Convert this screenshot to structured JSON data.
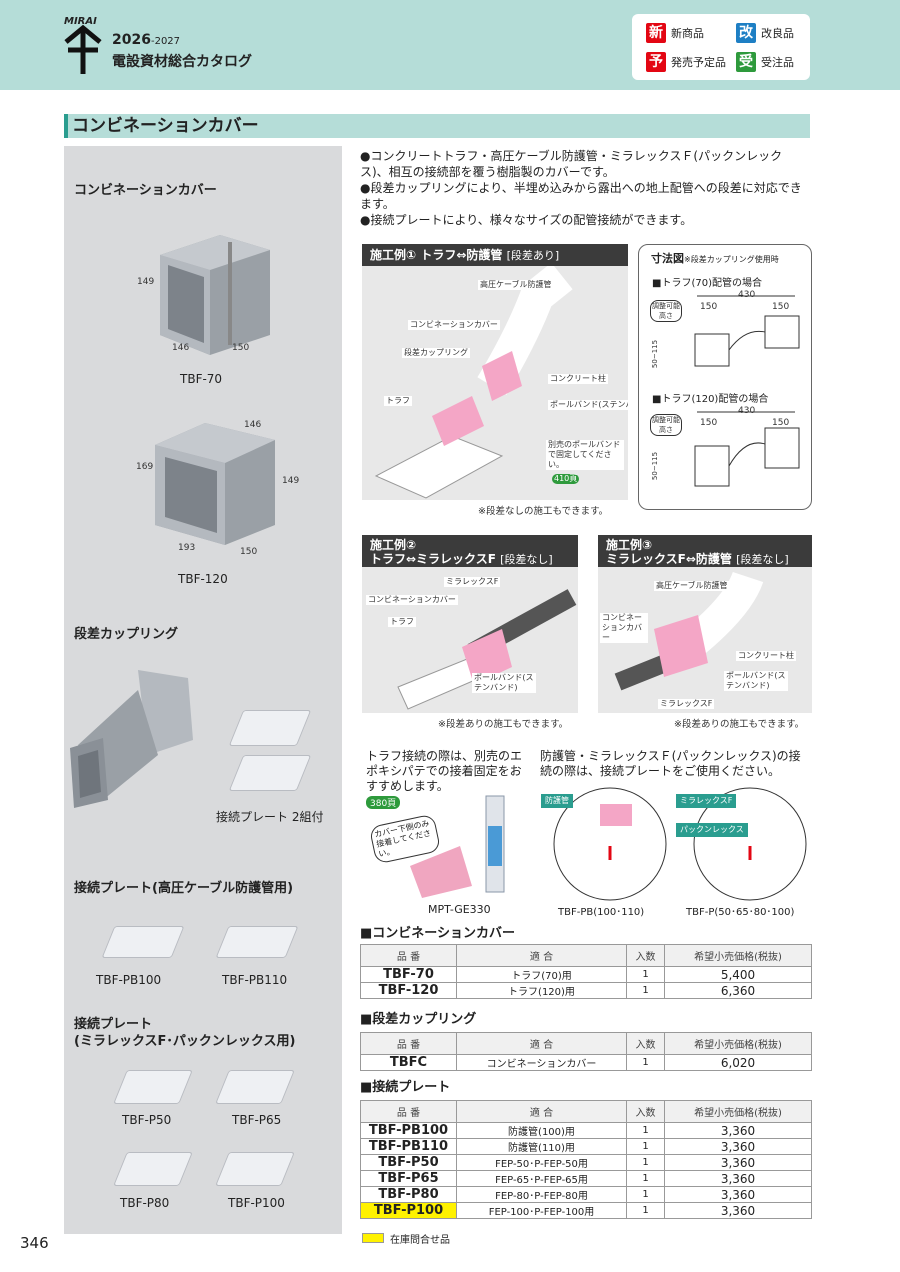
{
  "header": {
    "brand": "MIRAI",
    "year": "2026",
    "year_suffix": "-2027",
    "title": "電設資材総合カタログ"
  },
  "legend": [
    {
      "badge": "新",
      "label": "新商品",
      "color": "#e30613"
    },
    {
      "badge": "改",
      "label": "改良品",
      "color": "#1e7fc4"
    },
    {
      "badge": "予",
      "label": "発売予定品",
      "color": "#e30613"
    },
    {
      "badge": "受",
      "label": "受注品",
      "color": "#2e9a3c"
    }
  ],
  "section_title": "コンビネーションカバー",
  "left": {
    "cover_heading": "コンビネーションカバー",
    "tbf70": {
      "caption": "TBF-70",
      "d1": "149",
      "d2": "146",
      "d3": "150"
    },
    "tbf120": {
      "caption": "TBF-120",
      "d1": "146",
      "d2": "169",
      "d3": "149",
      "d4": "193",
      "d5": "150"
    },
    "coupling_heading": "段差カップリング",
    "plate_pair_caption": "接続プレート 2組付",
    "hv_heading": "接続プレート(高圧ケーブル防護管用)",
    "pb100": "TBF-PB100",
    "pb110": "TBF-PB110",
    "mir_heading1": "接続プレート",
    "mir_heading2": "(ミラレックスF･パックンレックス用)",
    "p50": "TBF-P50",
    "p65": "TBF-P65",
    "p80": "TBF-P80",
    "p100": "TBF-P100"
  },
  "bullets": [
    "●コンクリートトラフ・高圧ケーブル防護管・ミラレックスＦ(パックンレックス)、相互の接続部を覆う樹脂製のカバーです。",
    "●段差カップリングにより、半埋め込みから露出への地上配管への段差に対応できます。",
    "●接続プレートにより、様々なサイズの配管接続ができます。"
  ],
  "ex1": {
    "head": "施工例① トラフ⇔防護管",
    "tag": "[段差あり]",
    "labels": [
      "高圧ケーブル防護管",
      "コンビネーションカバー",
      "段差カップリング",
      "トラフ",
      "コンクリート柱",
      "ポールバンド(ステンバンド)"
    ],
    "band_note": "別売のポールバンドで固定してください。",
    "ref": "410頁",
    "note": "※段差なしの施工もできます。"
  },
  "dims": {
    "title": "寸法図",
    "sub": "※段差カップリング使用時",
    "case1": "■トラフ(70)配管の場合",
    "case2": "■トラフ(120)配管の場合",
    "w": "430",
    "a": "150",
    "b": "150",
    "adj": "調整可能高さ",
    "range": "50~115"
  },
  "ex2": {
    "head1": "施工例②",
    "head2": "トラフ⇔ミラレックスF",
    "tag": "[段差なし]",
    "labels": [
      "ミラレックスF",
      "コンビネーションカバー",
      "トラフ",
      "ポールバンド(ステンバンド)"
    ],
    "note": "※段差ありの施工もできます。"
  },
  "ex3": {
    "head1": "施工例③",
    "head2": "ミラレックスF⇔防護管",
    "tag": "[段差なし]",
    "labels": [
      "高圧ケーブル防護管",
      "コンビネーションカバー",
      "コンクリート柱",
      "ポールバンド(ステンバンド)",
      "ミラレックスF"
    ],
    "note": "※段差ありの施工もできます。"
  },
  "trough_note": {
    "text": "トラフ接続の際は、別売のエポキシパテでの接着固定をおすすめします。",
    "ref": "380頁",
    "tip": "カバー下側のみ接着してください。",
    "caption": "MPT-GE330"
  },
  "pipe_note": {
    "text": "防護管・ミラレックスＦ(パックンレックス)の接続の際は、接続プレートをご使用ください。",
    "tag1": "防護管",
    "tag2": "ミラレックスF",
    "tag3": "パックンレックス",
    "cap1": "TBF-PB(100･110)",
    "cap2": "TBF-P(50･65･80･100)"
  },
  "headers": [
    "品 番",
    "適 合",
    "入数",
    "希望小売価格(税抜)"
  ],
  "tables": [
    {
      "title": "■コンビネーションカバー",
      "rows": [
        [
          "TBF-70",
          "トラフ(70)用",
          "1",
          "5,400"
        ],
        [
          "TBF-120",
          "トラフ(120)用",
          "1",
          "6,360"
        ]
      ]
    },
    {
      "title": "■段差カップリング",
      "rows": [
        [
          "TBFC",
          "コンビネーションカバー",
          "1",
          "6,020"
        ]
      ]
    },
    {
      "title": "■接続プレート",
      "rows": [
        [
          "TBF-PB100",
          "防護管(100)用",
          "1",
          "3,360"
        ],
        [
          "TBF-PB110",
          "防護管(110)用",
          "1",
          "3,360"
        ],
        [
          "TBF-P50",
          "FEP-50･P-FEP-50用",
          "1",
          "3,360"
        ],
        [
          "TBF-P65",
          "FEP-65･P-FEP-65用",
          "1",
          "3,360"
        ],
        [
          "TBF-P80",
          "FEP-80･P-FEP-80用",
          "1",
          "3,360"
        ],
        [
          "TBF-P100",
          "FEP-100･P-FEP-100用",
          "1",
          "3,360"
        ]
      ]
    }
  ],
  "stock_legend": "在庫問合せ品",
  "stock_color": "#fff200",
  "page_number": "346"
}
